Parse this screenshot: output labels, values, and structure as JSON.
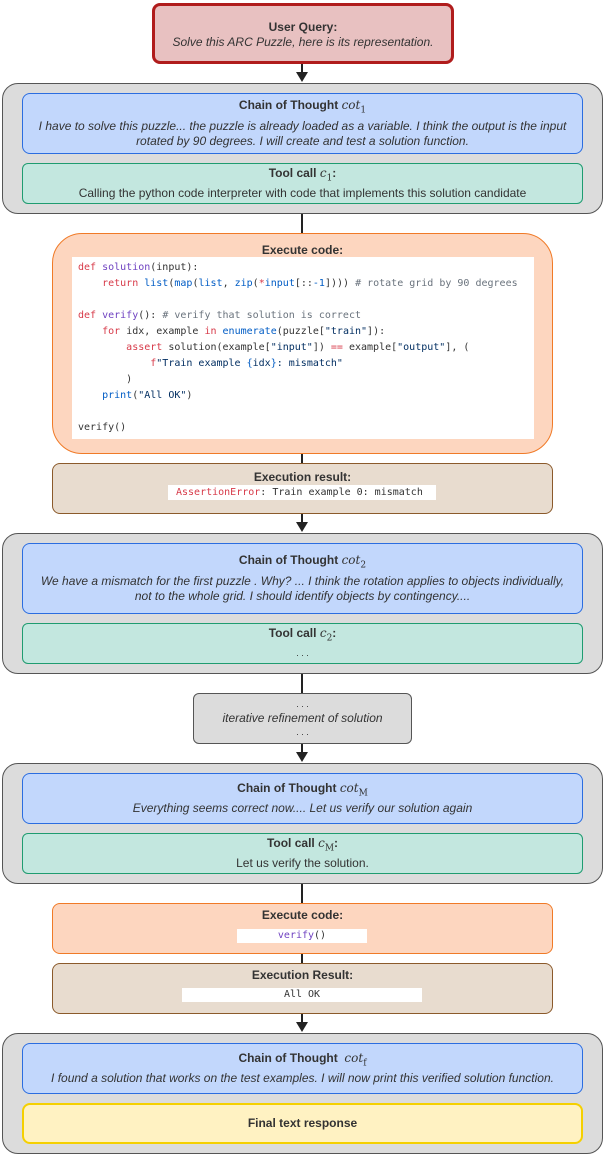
{
  "user_query": {
    "title": "User Query:",
    "text": "Solve this ARC Puzzle, here is its representation."
  },
  "step1": {
    "cot_title": "Chain of Thought",
    "cot_sym": "cot",
    "cot_sub": "1",
    "cot_text": "I have to solve this puzzle... the puzzle is already loaded as a variable. I think the output is the input rotated by 90 degrees. I will create and test a solution function.",
    "tool_title": "Tool call",
    "tool_sym": "c",
    "tool_sub": "1",
    "tool_text": "Calling the python code interpreter with code that implements this solution candidate"
  },
  "exec1": {
    "title": "Execute code:",
    "code": [
      [
        [
          "kw",
          "def "
        ],
        [
          "fn",
          "solution"
        ],
        [
          "",
          "(input):"
        ]
      ],
      [
        [
          "",
          "    "
        ],
        [
          "kw",
          "return "
        ],
        [
          "bi",
          "list"
        ],
        [
          "",
          "("
        ],
        [
          "bi",
          "map"
        ],
        [
          "",
          "("
        ],
        [
          "bi",
          "list"
        ],
        [
          "",
          ", "
        ],
        [
          "bi",
          "zip"
        ],
        [
          "",
          "("
        ],
        [
          "kw",
          "*"
        ],
        [
          "bi",
          "input"
        ],
        [
          "",
          "[::"
        ],
        [
          "bi",
          "-1"
        ],
        [
          "",
          "]))) "
        ],
        [
          "cm",
          "# rotate grid by 90 degrees"
        ]
      ],
      [
        [
          "",
          ""
        ]
      ],
      [
        [
          "kw",
          "def "
        ],
        [
          "fn",
          "verify"
        ],
        [
          "",
          "(): "
        ],
        [
          "cm",
          "# verify that solution is correct"
        ]
      ],
      [
        [
          "",
          "    "
        ],
        [
          "kw",
          "for "
        ],
        [
          "",
          "idx, example "
        ],
        [
          "kw",
          "in "
        ],
        [
          "bi",
          "enumerate"
        ],
        [
          "",
          "(puzzle["
        ],
        [
          "str",
          "\"train\""
        ],
        [
          "",
          "]):"
        ]
      ],
      [
        [
          "",
          "        "
        ],
        [
          "kw",
          "assert "
        ],
        [
          "",
          "solution(example["
        ],
        [
          "str",
          "\"input\""
        ],
        [
          "",
          "]) "
        ],
        [
          "kw",
          "=="
        ],
        [
          "",
          " example["
        ],
        [
          "str",
          "\"output\""
        ],
        [
          "",
          "], ("
        ]
      ],
      [
        [
          "",
          "            "
        ],
        [
          "kw",
          "f"
        ],
        [
          "str",
          "\"Train example "
        ],
        [
          "bi",
          "{"
        ],
        [
          "str",
          "idx"
        ],
        [
          "bi",
          "}"
        ],
        [
          "str",
          ": mismatch\""
        ]
      ],
      [
        [
          "",
          "        )"
        ]
      ],
      [
        [
          "",
          "    "
        ],
        [
          "bi",
          "print"
        ],
        [
          "",
          "("
        ],
        [
          "str",
          "\"All OK\""
        ],
        [
          "",
          ")"
        ]
      ],
      [
        [
          "",
          ""
        ]
      ],
      [
        [
          "",
          "verify()"
        ]
      ]
    ]
  },
  "result1": {
    "title": "Execution result:",
    "error_name": "AssertionError",
    "error_text": ": Train example 0: mismatch"
  },
  "step2": {
    "cot_title": "Chain of Thought",
    "cot_sym": "cot",
    "cot_sub": "2",
    "cot_text": "We have a mismatch for the first puzzle . Why? ... I think the rotation applies to objects individually, not to the whole grid. I should identify objects by contingency....",
    "tool_title": "Tool call",
    "tool_sym": "c",
    "tool_sub": "2",
    "tool_text": ". . ."
  },
  "refine": {
    "dots_top": ". . .",
    "text": "iterative refinement of solution",
    "dots_bottom": ". . ."
  },
  "stepM": {
    "cot_title": "Chain of Thought",
    "cot_sym": "cot",
    "cot_sub": "M",
    "cot_text": "Everything seems correct now.... Let us verify our solution again",
    "tool_title": "Tool call",
    "tool_sym": "c",
    "tool_sub": "M",
    "tool_text": "Let us verify the solution."
  },
  "exec2": {
    "title": "Execute code:",
    "call_fn": "verify",
    "call_rest": "()"
  },
  "result2": {
    "title": "Execution Result:",
    "text": "All OK"
  },
  "stepf": {
    "cot_title": "Chain of Thought",
    "cot_sym": "cot",
    "cot_sub": "f",
    "cot_text": "I found a solution that works on the test examples. I will now print this verified solution function.",
    "final": "Final text response"
  }
}
